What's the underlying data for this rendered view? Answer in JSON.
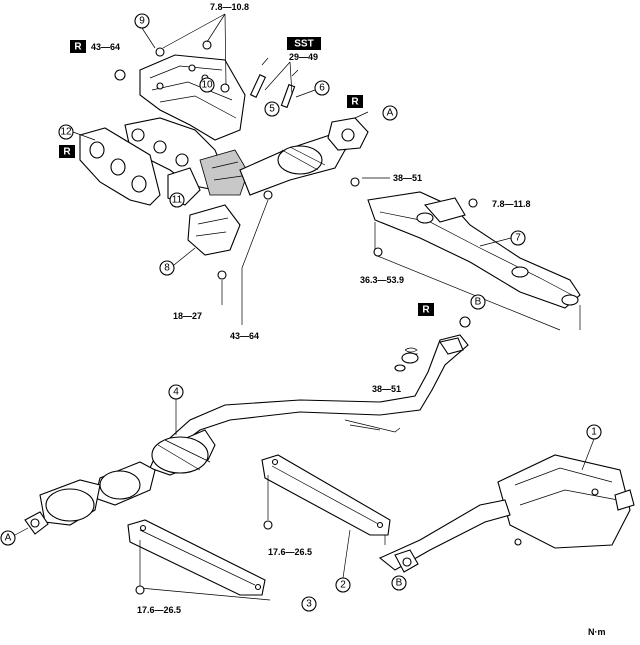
{
  "torques": {
    "t_7_8_10_8": "7.8—10.8",
    "t_43_64_top": "43—64",
    "t_29_49": "29—49",
    "t_38_51_right": "38—51",
    "t_7_8_11_8": "7.8—11.8",
    "t_36_3_53_9": "36.3—53.9",
    "t_18_27": "18—27",
    "t_43_64_bottom": "43—64",
    "t_38_51_pipe": "38—51",
    "t_17_6_26_5_mid": "17.6—26.5",
    "t_17_6_26_5_left": "17.6—26.5"
  },
  "tags": {
    "replace": "R",
    "special_tool": "SST"
  },
  "callouts": {
    "c1": "1",
    "c2": "2",
    "c3": "3",
    "c4": "4",
    "c5": "5",
    "c6": "6",
    "c7": "7",
    "c8": "8",
    "c9": "9",
    "c10": "10",
    "c11": "11",
    "c12": "12"
  },
  "connectors": {
    "a": "A",
    "b": "B"
  },
  "unit": "N·m"
}
